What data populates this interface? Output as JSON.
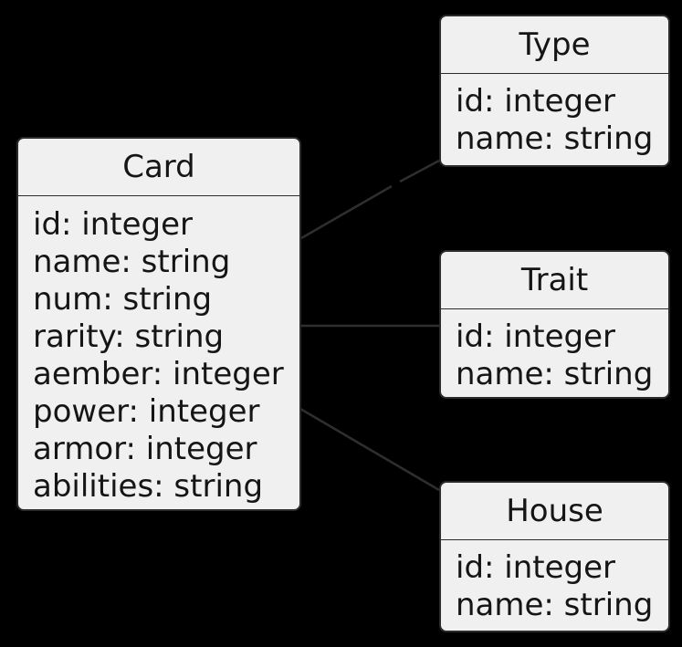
{
  "diagram": {
    "type": "class-diagram",
    "entities": [
      {
        "name": "Card",
        "title": "Card",
        "fields": [
          "id: integer",
          "name: string",
          "num: string",
          "rarity: string",
          "aember: integer",
          "power: integer",
          "armor: integer",
          "abilities: string"
        ]
      },
      {
        "name": "Type",
        "title": "Type",
        "fields": [
          "id: integer",
          "name: string"
        ]
      },
      {
        "name": "Trait",
        "title": "Trait",
        "fields": [
          "id: integer",
          "name: string"
        ]
      },
      {
        "name": "House",
        "title": "House",
        "fields": [
          "id: integer",
          "name: string"
        ]
      }
    ],
    "relations": [
      {
        "from": "Card",
        "to": "Type"
      },
      {
        "from": "Card",
        "to": "Trait"
      },
      {
        "from": "Card",
        "to": "House"
      }
    ],
    "colors": {
      "background": "#000000",
      "node_fill": "#f0f0f0",
      "node_border": "#2b2b2b",
      "text": "#151515",
      "edge": "#2e2e2e"
    }
  }
}
